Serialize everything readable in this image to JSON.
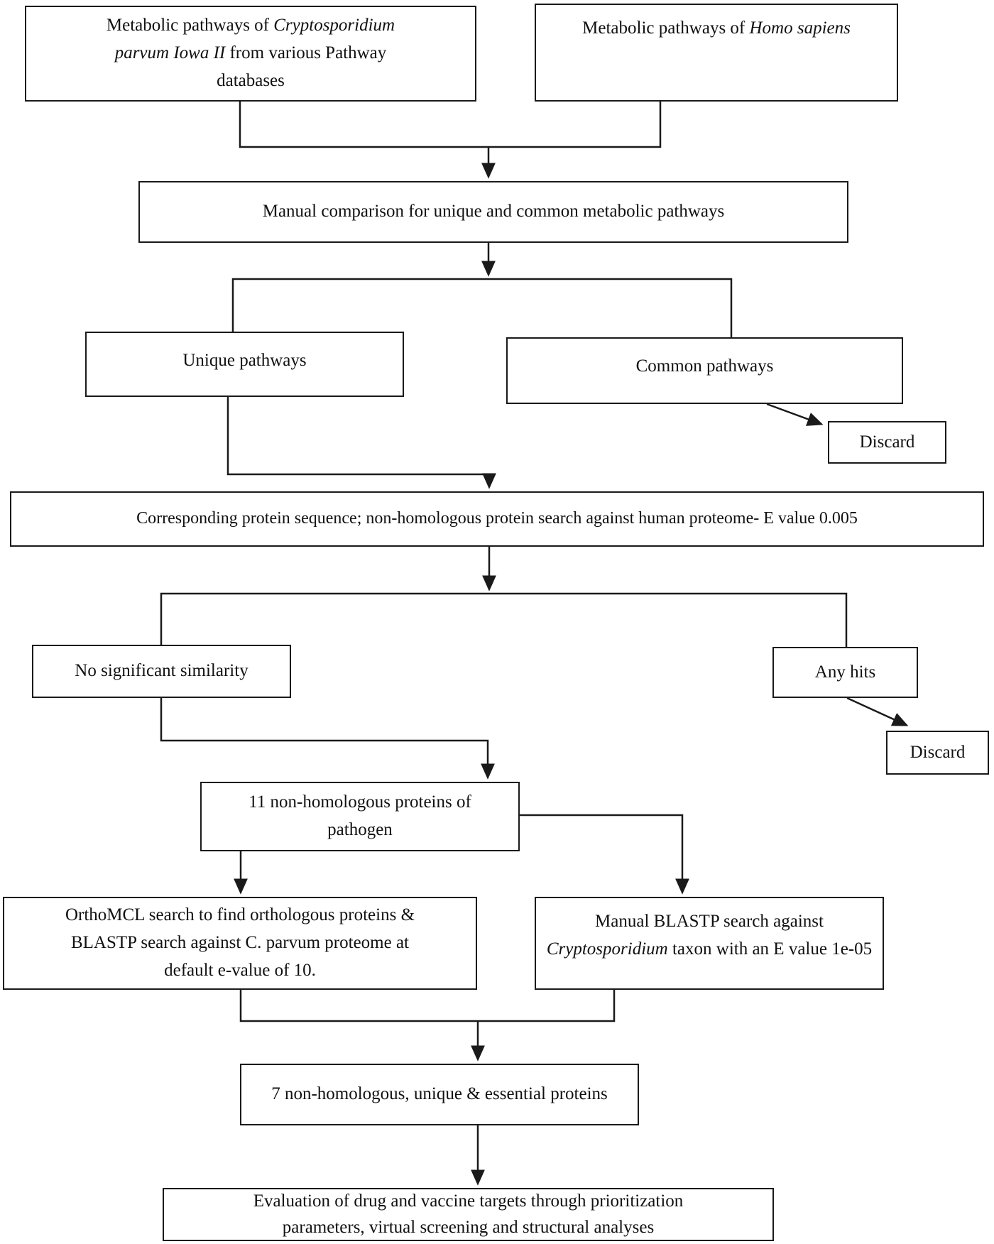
{
  "colors": {
    "line": "#1a1a1a",
    "box_border": "#1a1a1a",
    "box_background": "#ffffff",
    "text": "#111111"
  },
  "nodes": {
    "pathogen_pathways": {
      "seg_normal_1": "Metabolic pathways of ",
      "seg_italic_1": "Cryptosporidium",
      "seg_italic_2": "parvum Iowa II",
      "seg_normal_2": " from various Pathway",
      "seg_normal_3": "databases"
    },
    "human_pathways": {
      "seg_normal_1": "Metabolic pathways of ",
      "seg_italic_1": "Homo sapiens"
    },
    "manual_comparison": {
      "label": "Manual comparison for unique and common metabolic pathways"
    },
    "unique_pathways": {
      "label": "Unique pathways"
    },
    "common_pathways": {
      "label": "Common pathways"
    },
    "discard_common": {
      "label": "Discard"
    },
    "protein_search": {
      "label": "Corresponding protein sequence; non-homologous protein search against human proteome- E value 0.005"
    },
    "no_significant_similarity": {
      "label": "No significant similarity"
    },
    "any_hits": {
      "label": "Any hits"
    },
    "discard_hits": {
      "label": "Discard"
    },
    "nonhomologous_11": {
      "line1": "11 non-homologous proteins of",
      "line2": "pathogen"
    },
    "orthomcl_search": {
      "line1": "OrthoMCL search to find orthologous proteins &",
      "line2": "BLASTP search against C. parvum proteome at",
      "line3": "default e-value of 10."
    },
    "manual_blastp": {
      "seg_normal_1": "Manual BLASTP search against",
      "seg_italic_1": "Cryptosporidium",
      "seg_normal_2": " taxon with an E value 1e-05"
    },
    "essential_7": {
      "label": "7 non-homologous, unique & essential proteins"
    },
    "evaluation": {
      "line1": "Evaluation of drug and vaccine targets through prioritization",
      "line2": "parameters, virtual screening and structural analyses"
    }
  }
}
